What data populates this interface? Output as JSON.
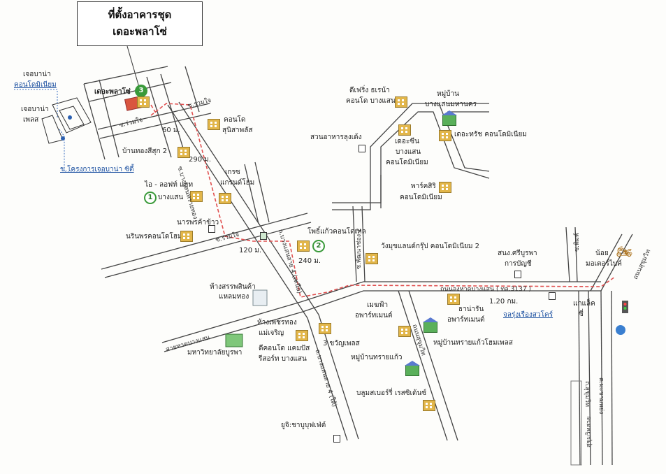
{
  "title": {
    "line1": "ที่ตั้งอาคารชุด",
    "line2": "เดอะพลาโซ่"
  },
  "labels": {
    "jb_condo_1": "เจอบาน่า",
    "jb_condo_2": "คอนโดมิเนียม",
    "jb_place_1": "เจอบาน่า",
    "jb_place_2": "เพลส",
    "jb_project": "ข.โครงการเจอบาน่า ซิตี้",
    "the_plaza": "เดอะพลาโซ่",
    "dist_60": "60 ม.",
    "dist_290": "290 ม.",
    "dist_120": "120 ม.",
    "dist_240": "240 ม.",
    "dist_120km": "1.20 กม.",
    "condo_sukhu_1": "คอนโด",
    "condo_sukhu_2": "สุนิสาพลัส",
    "baan_thong": "บ้านทองสีสุก 2",
    "grace_1": "เกรซ",
    "grace_2": "แกรนด์โฮม",
    "ilofts_1": "ไอ - ลอฟท์ แฮท",
    "ilofts_2": "บางแสน",
    "narin_1": "นารพรค้าข้าว",
    "narin_2": "นรินพรคอนโดโฮม",
    "pochkaew": "โพธิ์แก้วคอนโดเทล",
    "lamthong_1": "ห้างสรรพสินค้า",
    "lamthong_2": "แหลมทอง",
    "pechthong_1": "ห้างเพชรทอง",
    "pechthong_2": "แม่เจริญ",
    "chicondo_1": "ดีคอนโด แคมปัส",
    "chicondo_2": "รีสอร์ท บางแสน",
    "univ": "มหาวิทยาลัยบูรพา",
    "three_khwan": "3 ขวัญเพลส",
    "uj": "ยูจิ:ชาบูบุฟเฟ่ต์",
    "dcondo_1": "ดีเฟริ่ง ธเรน้า",
    "dcondo_2": "คอนโด บางแสน",
    "village_1": "หมู่บ้าน",
    "village_2": "บางแสนมหานคร",
    "thetrust": "เดอะทรัช คอนโดมิเนียม",
    "seafood": "สวนอาหารลุงเด้ง",
    "thezen_1": "เดอะซีน",
    "thezen_2": "บางแสน",
    "thezen_3": "คอนโดมิเนียม",
    "patsiri_1": "พาร์คสิริ",
    "patsiri_2": "คอนโดมิเนียม",
    "wongsakorn": "วังมุขแลนด์กรุ๊ป คอนโดมิเนียม 2",
    "tax_1": "สนง.ศรีบูรพา",
    "tax_2": "การบัญชี",
    "noi_1": "น้อย",
    "noi_2": "มอเตอร์ไบค์",
    "mekfa_1": "เมฆฟ้า",
    "mekfa_2": "อพาร์ทเมนต์",
    "tarathip_1": "ธาน่ารัน",
    "tarathip_2": "อพาร์ทเมนต์",
    "sai_village": "หมู่บ้านทรายแก้วโฮมเพลส",
    "sai_village2": "หมู่บ้านทรายแก้ว",
    "blossom": "บลูมสเบอร์รี่ เรสซิเด้นซ์",
    "ruangsorn": "จลรุ่งเรืองสวโคร์",
    "kaekak_1": "แกแล็ค",
    "kaekak_2": "ซี่",
    "road_main": "ถนนลงหาดบางแสน ( ทล.3137 )",
    "road_bangsaen": "สายหาดบางแสน",
    "road_ban1": "ซ.ร่วมใจ",
    "road_ban2": "ซ.ร่วมใจ",
    "road_ban3": "ซ.ร่วมใจ",
    "road_long1": "ถ.บางแสนสาย 4 (เหนือ)",
    "road_long2": "ถ.บางแสนสาย 4 (ใต้)",
    "road_ka": "ซ.บางแสนทรายทอง",
    "road_kwan": "ซ.พัฒนาช่อง 2",
    "road_sukhum": "ถนนสุขุมวิท",
    "road_right1": "ถ.สุขุมวิท",
    "road_right2": "ต.มะขามหย่ง",
    "road_right3": "ซ.พิมพ์",
    "road_right4": "ถนนสุขุมวิท",
    "bottom_right": "สุขุมวิทสาย"
  }
}
